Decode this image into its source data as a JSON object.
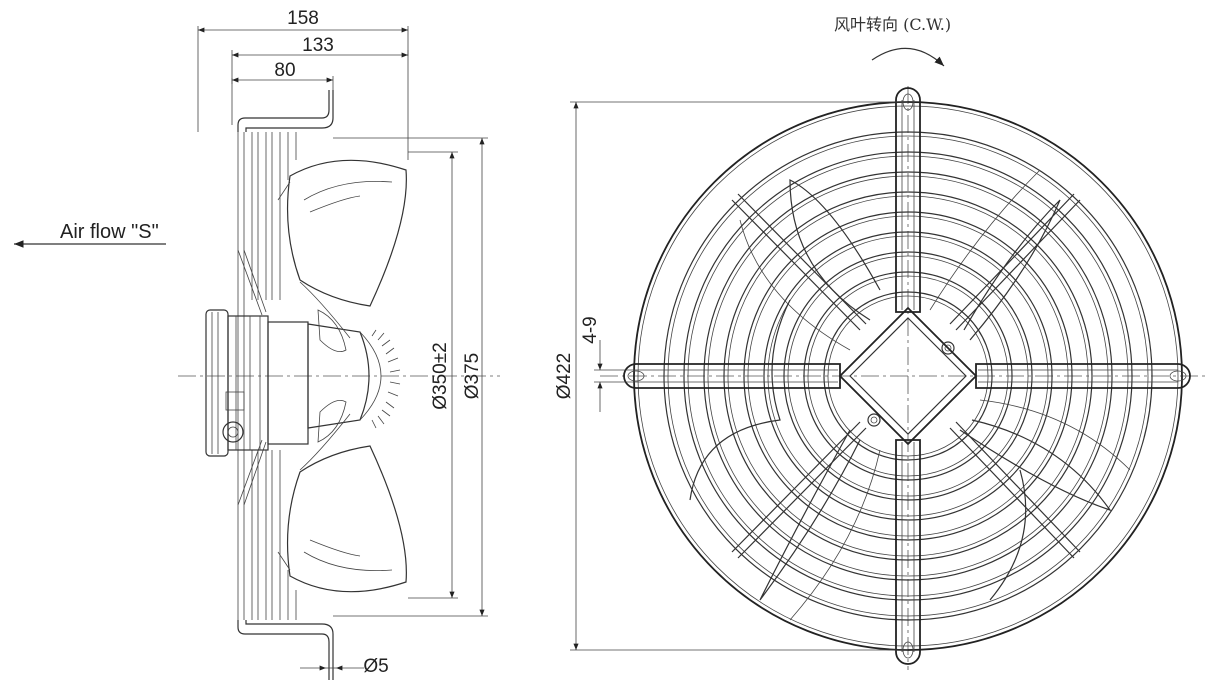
{
  "side_view": {
    "dim_total_depth": "158",
    "dim_guard_depth": "133",
    "dim_mount_depth": "80",
    "dim_blade_diameter": "Ø350±2",
    "dim_guard_diameter": "Ø375",
    "dim_hole": "Ø5",
    "airflow_label": "Air flow \"S\""
  },
  "front_view": {
    "rotation_note": "风叶转向 (C.W.)",
    "dim_outer_diameter": "Ø422",
    "dim_slot": "4-9"
  }
}
